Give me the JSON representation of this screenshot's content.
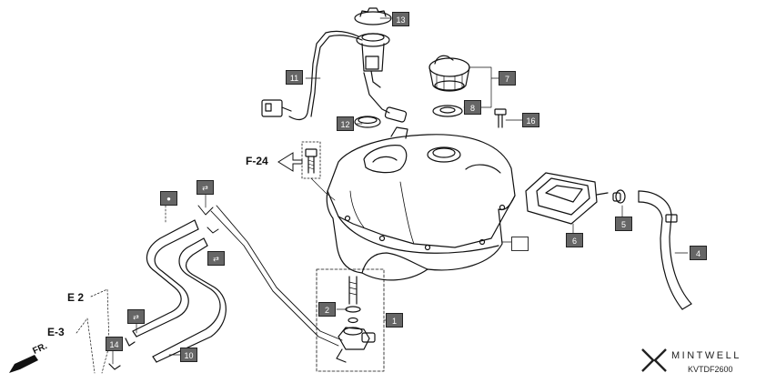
{
  "callouts": {
    "c1": "1",
    "c2": "2",
    "c4": "4",
    "c5": "5",
    "c6": "6",
    "c7": "7",
    "c8": "8",
    "c10": "10",
    "c11": "11",
    "c12": "12",
    "c13": "13",
    "c14": "14",
    "c16": "16"
  },
  "refs": {
    "f24": "F-24",
    "e2": "E 2",
    "e3": "E-3",
    "fr": "FR."
  },
  "brand": {
    "name": "MINTWELL",
    "code": "KVTDF2600"
  }
}
